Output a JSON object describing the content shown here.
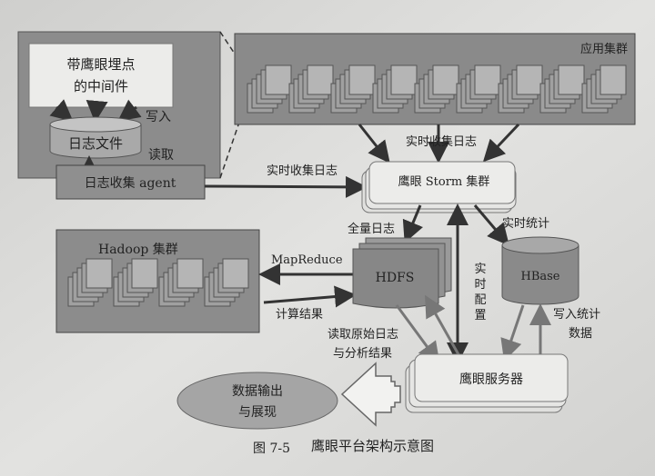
{
  "diagram": {
    "middleware": [
      "带鹰眼埋点",
      "的中间件"
    ],
    "write_label": "写入",
    "log_file": "日志文件",
    "read_label": "读取",
    "agent": "日志收集 agent",
    "app_cluster": "应用集群",
    "realtime_collect_top": "实时收集日志",
    "realtime_collect_left": "实时收集日志",
    "storm": "鹰眼 Storm 集群",
    "full_log": "全量日志",
    "realtime_stats": "实时统计",
    "hadoop": "Hadoop 集群",
    "mapreduce": "MapReduce",
    "calc_result": "计算结果",
    "hdfs": "HDFS",
    "realtime_config": [
      "实",
      "时",
      "配",
      "置"
    ],
    "hbase": "HBase",
    "write_stats": [
      "写入统计",
      "数据"
    ],
    "read_raw": [
      "读取原始日志",
      "与分析结果"
    ],
    "server": "鹰眼服务器",
    "output": [
      "数据输出",
      "与展现"
    ]
  },
  "caption": {
    "figure_no": "图 7-5",
    "title": "鹰眼平台架构示意图"
  }
}
